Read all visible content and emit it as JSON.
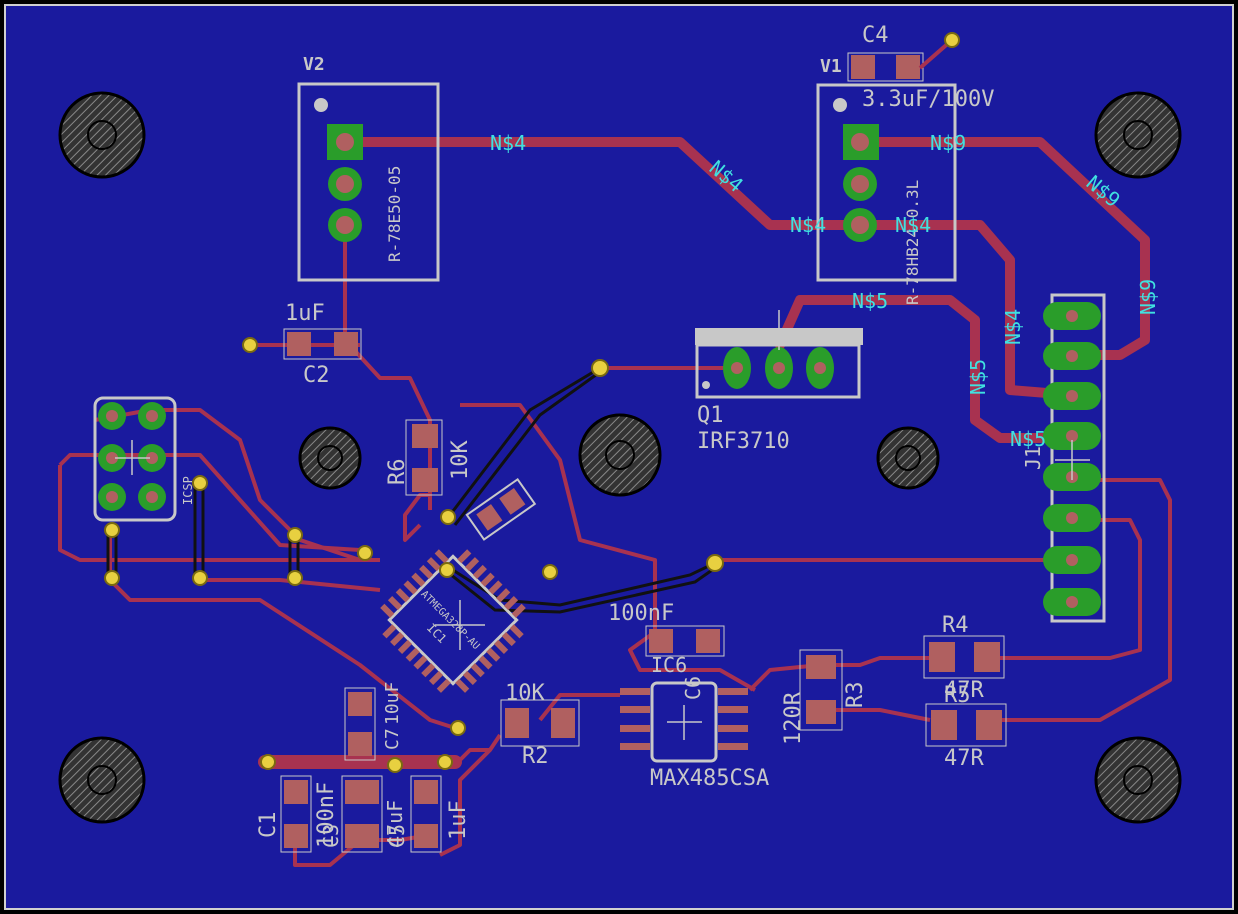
{
  "colors": {
    "background": "#000000",
    "board": "#1a1a9e",
    "board_edge": "#d0d0d0",
    "trace": "#a83250",
    "pad": "#b06060",
    "pad_green": "#2a9d2a",
    "silk": "#c8c8c8",
    "net_label": "#40e0e0",
    "via": "#e8d040"
  },
  "components": {
    "v2": {
      "ref": "V2",
      "value": "R-78E50-05"
    },
    "v1": {
      "ref": "V1",
      "value": "R-78HB24-0.3L"
    },
    "c4": {
      "ref": "C4",
      "value": "3.3uF/100V"
    },
    "c2": {
      "ref": "C2",
      "value": "1uF"
    },
    "q1": {
      "ref": "Q1",
      "value": "IRF3710"
    },
    "r6": {
      "ref": "R6",
      "value": "10K"
    },
    "icsp": {
      "ref": "ICSP"
    },
    "ic1": {
      "ref": "IC1",
      "value": "ATMEGA328P-AU"
    },
    "c6": {
      "ref": "C6",
      "value": "100nF"
    },
    "ic6": {
      "ref": "IC6",
      "value": "MAX485CSA"
    },
    "r2": {
      "ref": "R2",
      "value": "10K"
    },
    "r3": {
      "ref": "R3",
      "value": "120R"
    },
    "r4": {
      "ref": "R4",
      "value": "47R"
    },
    "r5": {
      "ref": "R5",
      "value": "47R"
    },
    "c1": {
      "ref": "C1",
      "value": "100nF"
    },
    "c3": {
      "ref": "C3",
      "value": "47uF"
    },
    "c5": {
      "ref": "C5",
      "value": "1uF"
    },
    "c7": {
      "ref": "C7",
      "value": "10uF"
    },
    "j1": {
      "ref": "J1"
    }
  },
  "nets": {
    "n4": "N$4",
    "n5": "N$5",
    "n9": "N$9"
  }
}
